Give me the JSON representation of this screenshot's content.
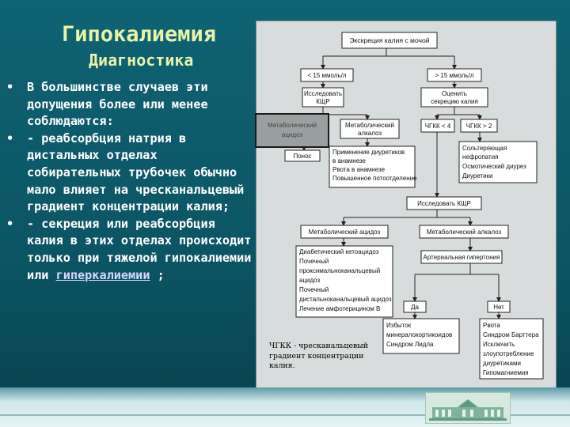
{
  "slide": {
    "title": "Гипокалиемия",
    "subtitle": "Диагностика",
    "bullets": [
      {
        "text": "В большинстве случаев эти допущения более или менее соблюдаются:"
      },
      {
        "text": "- реабсорбция натрия в дистальных отделах собирательных трубочек обычно мало влияет на чресканальцевый градиент концентрации калия;"
      },
      {
        "text_before": "- секреция или реабсорбция калия в этих отделах происходит только при тяжелой гипокалиемии или",
        "link": "гиперкалиемии",
        "text_after": " ;"
      }
    ]
  },
  "flowchart": {
    "top": "Экскреция калия с мочой",
    "lt15": "< 15 ммоль/л",
    "gt15": "> 15 ммоль/л",
    "kshr1": [
      "Исследовать",
      "КЩР"
    ],
    "evaluate": [
      "Оценить",
      "секрецию калия"
    ],
    "overlay": [
      "Метаболический",
      "ацидоз"
    ],
    "met_acidosis_small": [
      "Метаболический",
      "алкалоз"
    ],
    "ponos": "Понос",
    "causes1": [
      "Применение диуретиков",
      "в анамнезе",
      "Рвота в анамнезе",
      "Повышенное потоотделение"
    ],
    "ttkg_lt4": "ЧГКК < 4",
    "ttkg_gt2": "ЧГКК > 2",
    "causes2": [
      "Сольтеряющая",
      "нефропатия",
      "Осмотический диурез",
      "Диуретики"
    ],
    "kshr2": "Исследовать КЩР",
    "met_acidosis": "Метаболический ацидоз",
    "met_alkalosis": "Метаболический алкалоз",
    "acidosis_causes": [
      "Диабетический кетоацидоз",
      "Почечный",
      "проксимальноканальцевый",
      "ацидоз",
      "Почечный",
      "дистальноканальцевый ацидоз",
      "Лечение амфотерицином В"
    ],
    "hypertension": "Артериальная гипертония",
    "yes": "Да",
    "no": "Нет",
    "yes_causes": [
      "Избыток",
      "минералокортикоидов",
      "Синдром Лидла"
    ],
    "no_causes": [
      "Рвота",
      "Синдром Барттера",
      "Исключить",
      "злоупотребление",
      "диуретиками",
      "Гипомагниемия"
    ]
  },
  "note": "ЧГКК - чресканальцевый градиент концентрации калия.",
  "colors": {
    "background": "#0e5a6b",
    "title": "#e8f4a8",
    "text": "#ffffff",
    "flow_bg": "#d9dcdc"
  }
}
